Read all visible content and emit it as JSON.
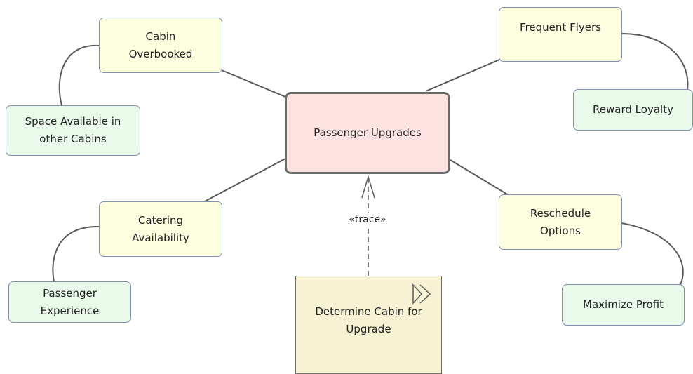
{
  "central": {
    "label": "Passenger Upgrades"
  },
  "topics": {
    "cabin_overbooked": "Cabin\nOverbooked",
    "frequent_flyers": "Frequent Flyers",
    "catering_availability": "Catering\nAvailability",
    "reschedule_options": "Reschedule\nOptions"
  },
  "subtopics": {
    "space_available": "Space Available in\nother Cabins",
    "reward_loyalty": "Reward Loyalty",
    "passenger_experience": "Passenger\nExperience",
    "maximize_profit": "Maximize Profit"
  },
  "activity": {
    "label": "Determine Cabin for\nUpgrade",
    "icon": "activity-arrow-icon"
  },
  "trace_label": "«trace»"
}
